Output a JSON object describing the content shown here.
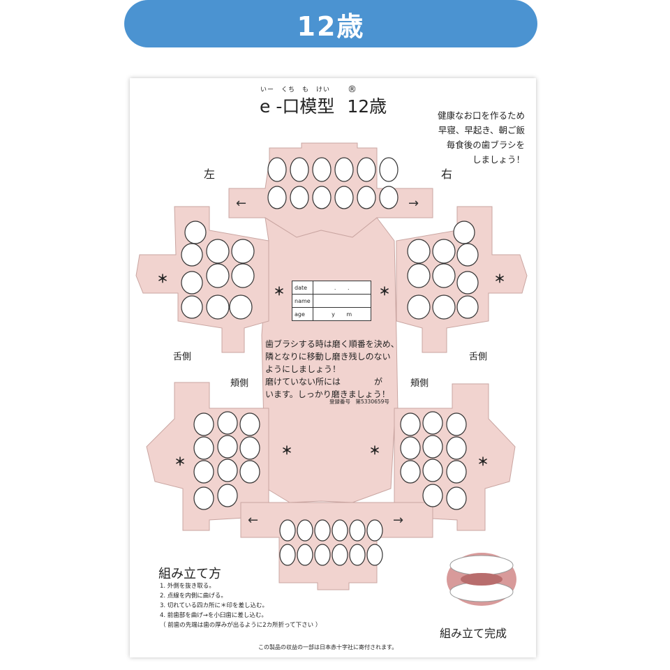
{
  "banner": {
    "title": "12歳"
  },
  "sheet": {
    "ruby": "いー　くち　も　けい",
    "registered_mark": "®",
    "title": "e -口模型",
    "age_title": "12歳",
    "slogan": [
      "健康なお口を作るため",
      "早寝、早起き、朝ご飯",
      "毎食後の歯ブラシを",
      "しましょう！"
    ],
    "left_label": "左",
    "right_label": "右",
    "lingual_label": "舌側",
    "buccal_label": "頬側",
    "star": "＊",
    "info_table": {
      "date_label": "date",
      "date_value": ". .",
      "name_label": "name",
      "name_value": "",
      "age_label": "age",
      "age_value": "y m"
    },
    "message": [
      "歯ブラシする時は磨く順番を決め、",
      "隣となりに移動し磨き残しのない",
      "ようにしましょう！",
      "磨けていない所には　　　　が",
      "います。しっかり磨きましょう！"
    ],
    "registration": "登録番号　第5330659号",
    "howto_title": "組み立て方",
    "steps": [
      "1.  外側を抜き取る。",
      "2.  点線を内側に曲げる。",
      "3.  切れている四カ所に＊印を差し込む。",
      "4.  前歯部を曲げ→を小臼歯に差し込む。",
      "（ 前歯の先端は歯の厚みが出るように2カ所折って下さい ）"
    ],
    "completed_label": "組み立て完成",
    "footer": "この製品の収益の一部は日本赤十字社に寄付されます。",
    "arrows": {
      "left": "←",
      "right": "→"
    }
  },
  "colors": {
    "banner": "#4b93d1",
    "paper": "#f1d3cf",
    "line": "#9b6e6a"
  }
}
